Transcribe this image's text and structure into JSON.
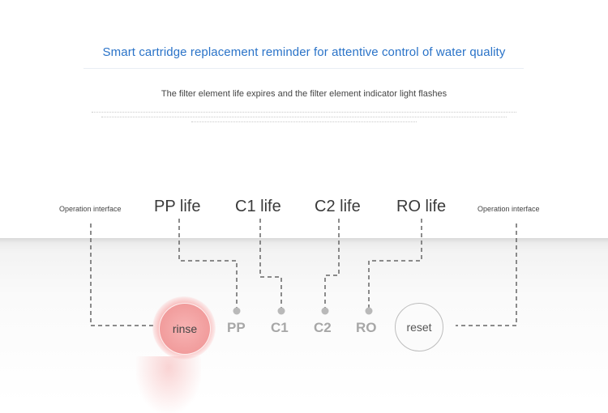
{
  "header": {
    "title": "Smart cartridge replacement reminder for attentive control of water quality",
    "subtitle": "The filter element life expires and the filter element indicator light flashes"
  },
  "panel": {
    "left_label": "Operation interface",
    "right_label": "Operation interface",
    "life_labels": [
      "PP life",
      "C1 life",
      "C2 life",
      "RO life"
    ],
    "buttons": {
      "rinse": "rinse",
      "reset": "reset",
      "indicators": [
        "PP",
        "C1",
        "C2",
        "RO"
      ]
    }
  },
  "colors": {
    "title_blue": "#2a73c8",
    "rinse_pink": "#f19c9c",
    "indicator_gray": "#a7a7a7"
  }
}
